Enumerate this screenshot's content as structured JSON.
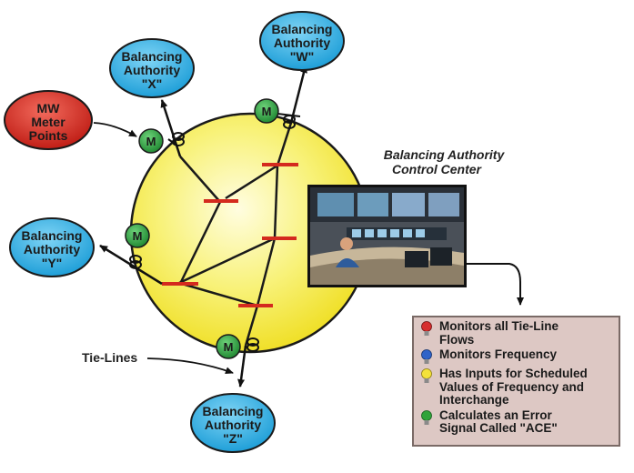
{
  "authorities": {
    "x": {
      "line1": "Balancing",
      "line2": "Authority",
      "line3": "\"X\""
    },
    "w": {
      "line1": "Balancing",
      "line2": "Authority",
      "line3": "\"W\""
    },
    "y": {
      "line1": "Balancing",
      "line2": "Authority",
      "line3": "\"Y\""
    },
    "z": {
      "line1": "Balancing",
      "line2": "Authority",
      "line3": "\"Z\""
    }
  },
  "meter_points": {
    "line1": "MW",
    "line2": "Meter",
    "line3": "Points"
  },
  "meter_symbol": "M",
  "control_center": {
    "line1": "Balancing Authority",
    "line2": "Control Center"
  },
  "tie_lines_label": "Tie-Lines",
  "legend": [
    {
      "icon": "red-bulb-icon",
      "color": "#d62e2e",
      "line1": "Monitors all Tie-Line",
      "line2": "Flows"
    },
    {
      "icon": "blue-bulb-icon",
      "color": "#2f63c8",
      "line1": "Monitors Frequency",
      "line2": ""
    },
    {
      "icon": "yellow-bulb-icon",
      "color": "#f3e23a",
      "line1": "Has Inputs for Scheduled",
      "line2": "Values of Frequency and",
      "line3": "Interchange"
    },
    {
      "icon": "green-bulb-icon",
      "color": "#2fa33a",
      "line1": "Calculates an Error",
      "line2": "Signal Called \"ACE\""
    }
  ],
  "colors": {
    "authority_fill": "#3cb4e6",
    "meter_points_fill": "#d9302a",
    "meter_fill": "#3aa84a",
    "area_fill": "#f7f06a",
    "bus_bar": "#d42a1e"
  }
}
